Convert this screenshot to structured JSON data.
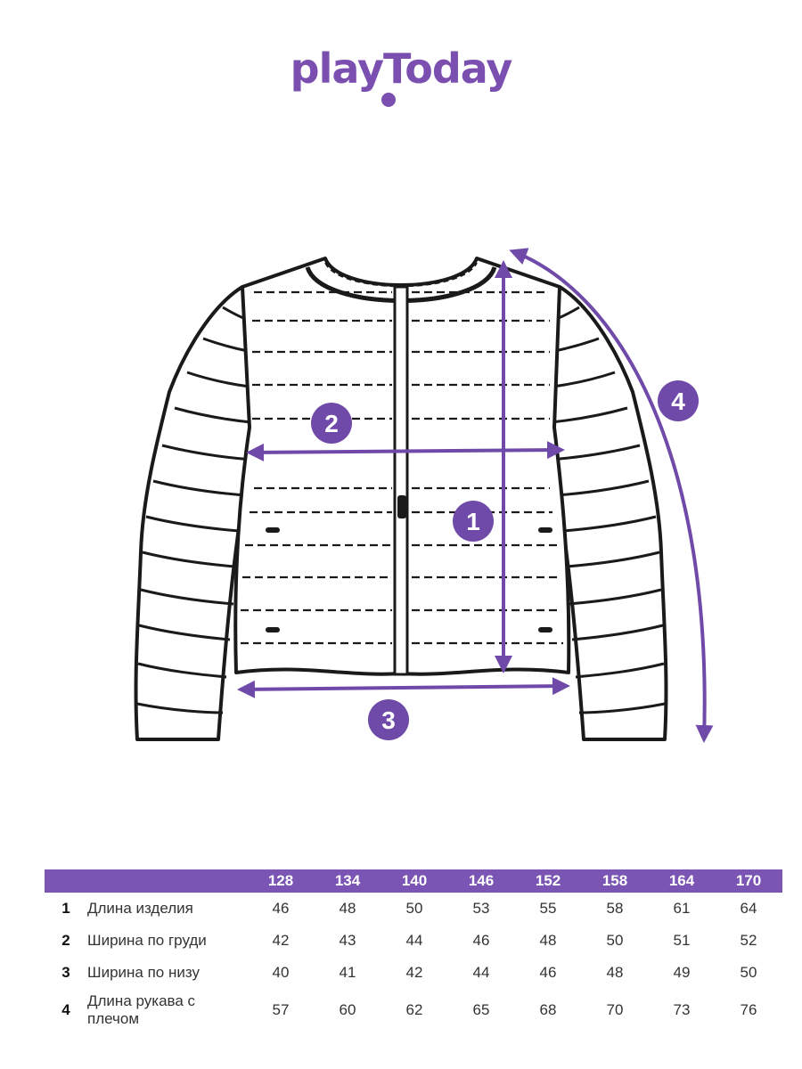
{
  "brand": {
    "logo_text": "playToday",
    "color": "#7a4fb0"
  },
  "diagram": {
    "measure_color": "#6f4aa8",
    "badges": [
      "1",
      "2",
      "3",
      "4"
    ]
  },
  "size_table": {
    "header_color": "#7a55b3",
    "sizes": [
      "128",
      "134",
      "140",
      "146",
      "152",
      "158",
      "164",
      "170"
    ],
    "rows": [
      {
        "num": "1",
        "label": "Длина изделия",
        "values": [
          "46",
          "48",
          "50",
          "53",
          "55",
          "58",
          "61",
          "64"
        ]
      },
      {
        "num": "2",
        "label": "Ширина по груди",
        "values": [
          "42",
          "43",
          "44",
          "46",
          "48",
          "50",
          "51",
          "52"
        ]
      },
      {
        "num": "3",
        "label": "Ширина по низу",
        "values": [
          "40",
          "41",
          "42",
          "44",
          "46",
          "48",
          "49",
          "50"
        ]
      },
      {
        "num": "4",
        "label": "Длина рукава с плечом",
        "values": [
          "57",
          "60",
          "62",
          "65",
          "68",
          "70",
          "73",
          "76"
        ]
      }
    ]
  }
}
